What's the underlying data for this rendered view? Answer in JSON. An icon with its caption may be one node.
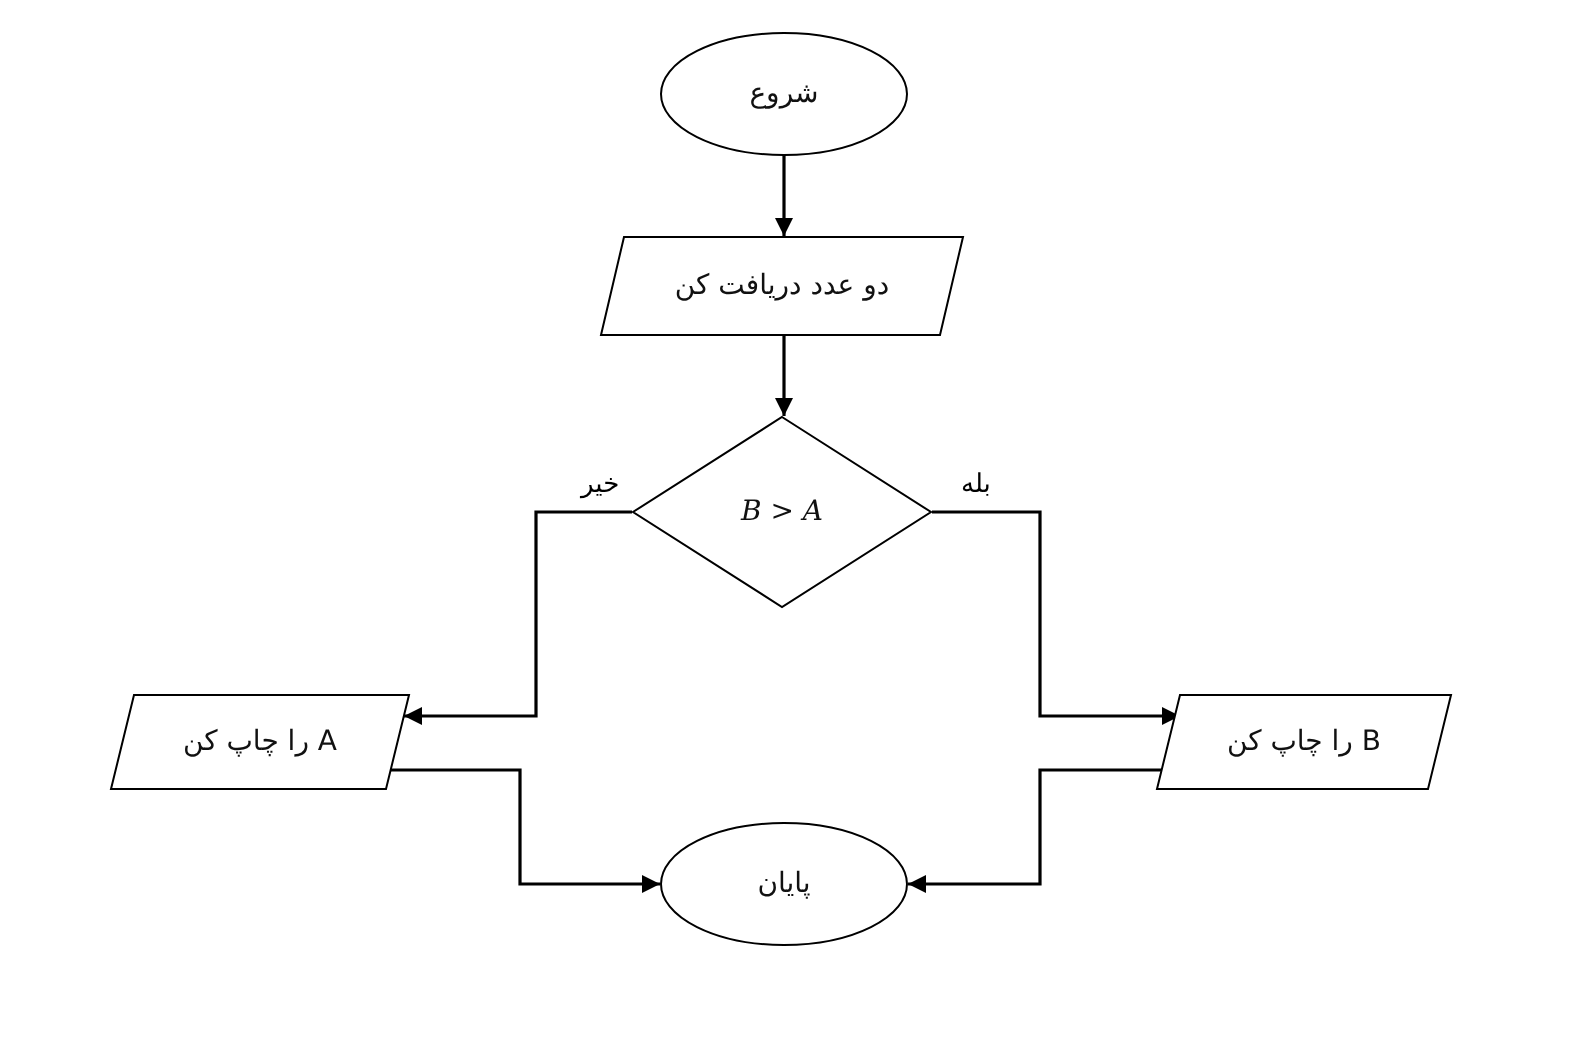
{
  "diagram": {
    "nodes": [
      {
        "text": [
          "شروع"
        ]
      },
      {
        "text": [
          "دو عدد دریافت کن"
        ]
      },
      {
        "text": [
          "B > A"
        ]
      },
      {
        "text": [
          "A را چاپ کن"
        ]
      },
      {
        "text": [
          "B را چاپ کن"
        ]
      },
      {
        "text": [
          "پایان"
        ]
      }
    ],
    "edges": [
      {
        "from": 0,
        "to": 1,
        "arrow": "to"
      },
      {
        "from": 1,
        "to": 2,
        "arrow": "to"
      },
      {
        "from": 2,
        "to": 3,
        "arrow": "to",
        "label": "خیر"
      },
      {
        "from": 2,
        "to": 4,
        "arrow": "to",
        "label": "بله"
      },
      {
        "from": 3,
        "to": 5,
        "arrow": "to"
      },
      {
        "from": 4,
        "to": 5,
        "arrow": "to"
      }
    ]
  }
}
